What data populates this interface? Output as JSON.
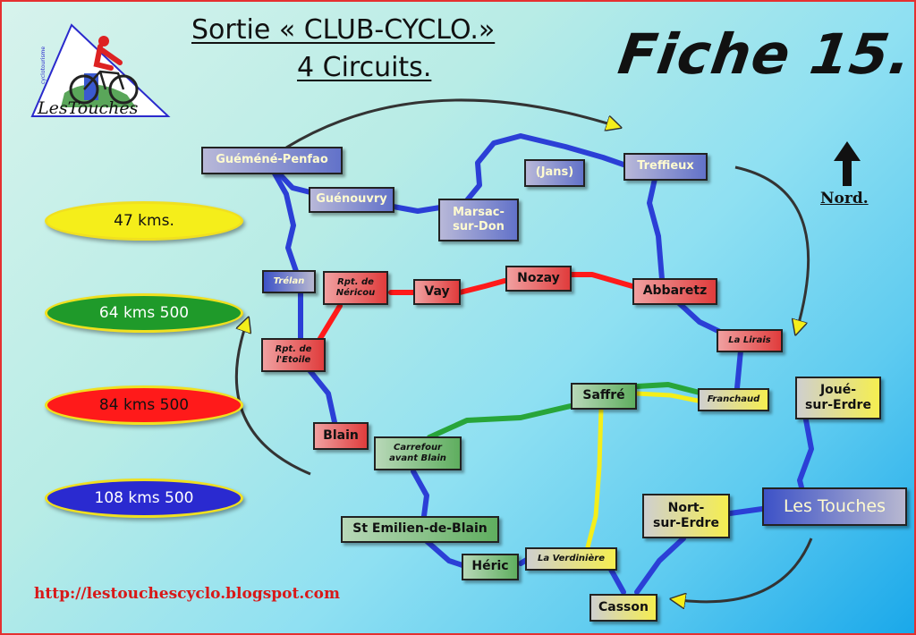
{
  "header": {
    "title_line1": "Sortie « CLUB-CYCLO.»",
    "title_line2": "4 Circuits.",
    "fiche": "Fiche 15."
  },
  "logo": {
    "text": "LesTouches",
    "small_text": "cyclotourisme"
  },
  "north": {
    "label": "Nord."
  },
  "website": "http://lestouchescyclo.blogspot.com",
  "legend": [
    {
      "label": "47 kms.",
      "color": "#f5ee1a",
      "text_color": "#111111"
    },
    {
      "label": "64 kms 500",
      "color": "#1f9a2a",
      "text_color": "#ffffff"
    },
    {
      "label": "84 kms 500",
      "color": "#ff1a1a",
      "text_color": "#111111"
    },
    {
      "label": "108 kms 500",
      "color": "#2a2ad0",
      "text_color": "#ffffff"
    }
  ],
  "route_colors": {
    "blue": "#2b3fd6",
    "red": "#ff1a1a",
    "green": "#28a53a",
    "yellow": "#f4ee1a"
  },
  "places": {
    "guemene": "Guéméné-Penfao",
    "guenouvry": "Guénouvry",
    "marsac": "Marsac-\nsur-Don",
    "jans": "(Jans)",
    "treffieux": "Treffieux",
    "trelan": "Trélan",
    "nericou": "Rpt. de\nNéricou",
    "vay": "Vay",
    "nozay": "Nozay",
    "abbaretz": "Abbaretz",
    "etoile": "Rpt. de\nl'Etoile",
    "lirais": "La Lirais",
    "saffre": "Saffré",
    "franchaud": "Franchaud",
    "joue": "Joué-\nsur-Erdre",
    "blain": "Blain",
    "carrefour": "Carrefour\navant Blain",
    "lestouches": "Les Touches",
    "nort": "Nort-\nsur-Erdre",
    "stemilien": "St Emilien-de-Blain",
    "heric": "Héric",
    "verdiniere": "La Verdinière",
    "casson": "Casson"
  }
}
